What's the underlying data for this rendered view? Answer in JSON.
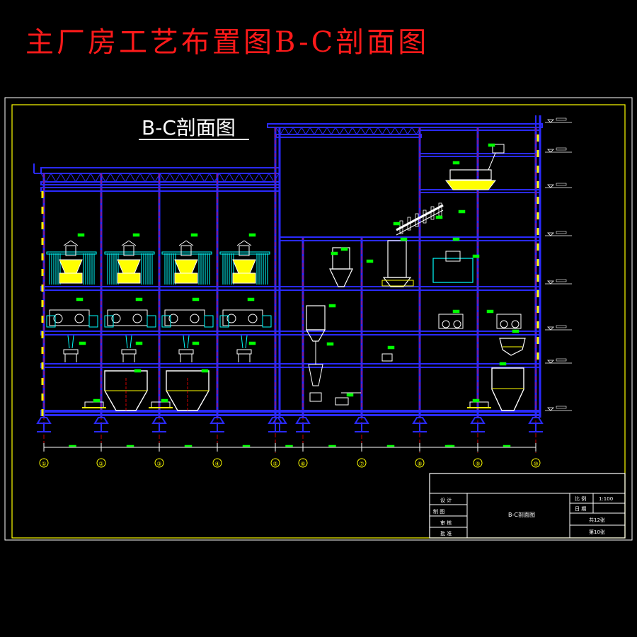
{
  "page_title": "主厂房工艺布置图B-C剖面图",
  "section_title": "B-C剖面图",
  "axis_labels": [
    "①",
    "②",
    "③",
    "④",
    "⑤",
    "⑥",
    "⑦",
    "⑧",
    "⑨",
    "⑩"
  ],
  "title_block": {
    "drawing_name": "B-C剖面图",
    "rows_left": [
      "设 计",
      "制 图",
      "审 核",
      "批 准"
    ],
    "scale_label": "比 例",
    "scale_value": "1:100",
    "date_label": "日 期",
    "sheet_total": "共12张",
    "sheet_num": "第10张"
  },
  "colors": {
    "background": "#000000",
    "title": "#ff1a1a",
    "frame": "#ffff00",
    "structure": "#2a2aff",
    "equipment": "#ffffff",
    "tags": "#00ff00",
    "axis": "#ff0000",
    "dims": "#ffffff",
    "panel": "#00ffff",
    "hopper_fill": "#ffff00"
  }
}
